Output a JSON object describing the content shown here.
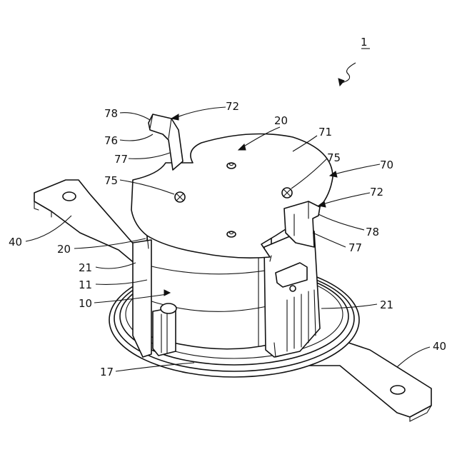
{
  "figure": {
    "reference": "1",
    "callouts": {
      "c78a": "78",
      "c72a": "72",
      "c76": "76",
      "c77a": "77",
      "c20a": "20",
      "c71": "71",
      "c75a": "75",
      "c70": "70",
      "c75b": "75",
      "c72b": "72",
      "c40a": "40",
      "c78b": "78",
      "c20b": "20",
      "c77b": "77",
      "c21a": "21",
      "c11": "11",
      "c10": "10",
      "c21b": "21",
      "c40b": "40",
      "c17": "17"
    }
  }
}
